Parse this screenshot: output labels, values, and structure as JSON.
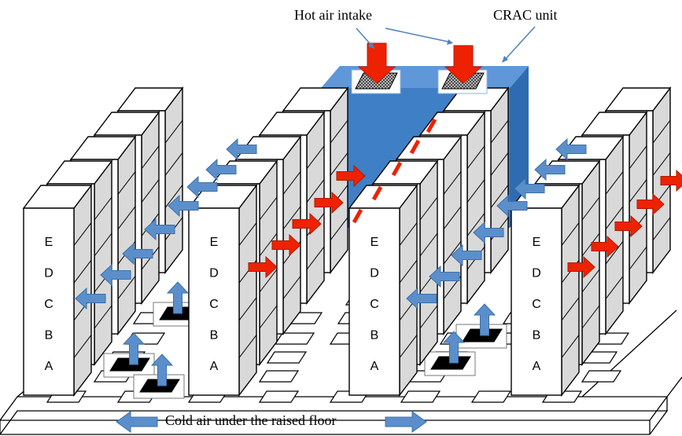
{
  "labels": {
    "hot_air_intake": "Hot air intake",
    "crac_unit": "CRAC unit",
    "cold_air": "Cold air under the raised floor"
  },
  "rack_slots": [
    "E",
    "D",
    "C",
    "B",
    "A"
  ],
  "colors": {
    "cold_air_arrow": "#5b8fcc",
    "hot_air_arrow": "#ee2200",
    "crac_body": "#3f7fc6",
    "crac_top": "#5f97d8",
    "pointer_line": "#4f81bd",
    "rack_side": "#d9d9d9",
    "floor_vent": "#000000"
  }
}
